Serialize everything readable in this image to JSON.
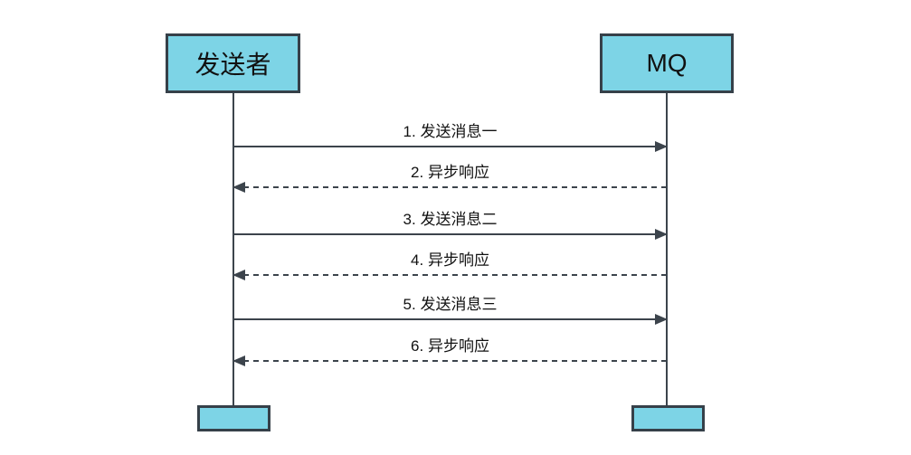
{
  "diagram": {
    "title": "",
    "actors": [
      {
        "name": "发送者",
        "role": "sender"
      },
      {
        "name": "MQ",
        "role": "message-queue"
      }
    ],
    "messages": [
      {
        "label": "1. 发送消息一",
        "direction": "right",
        "style": "solid"
      },
      {
        "label": "2. 异步响应",
        "direction": "left",
        "style": "dashed"
      },
      {
        "label": "3. 发送消息二",
        "direction": "right",
        "style": "solid"
      },
      {
        "label": "4. 异步响应",
        "direction": "left",
        "style": "dashed"
      },
      {
        "label": "5. 发送消息三",
        "direction": "right",
        "style": "solid"
      },
      {
        "label": "6. 异步响应",
        "direction": "left",
        "style": "dashed"
      }
    ],
    "colors": {
      "actor_fill": "#7dd4e6",
      "actor_border": "#364049",
      "line": "#3c444c",
      "text": "#111111",
      "background": "#ffffff"
    }
  }
}
